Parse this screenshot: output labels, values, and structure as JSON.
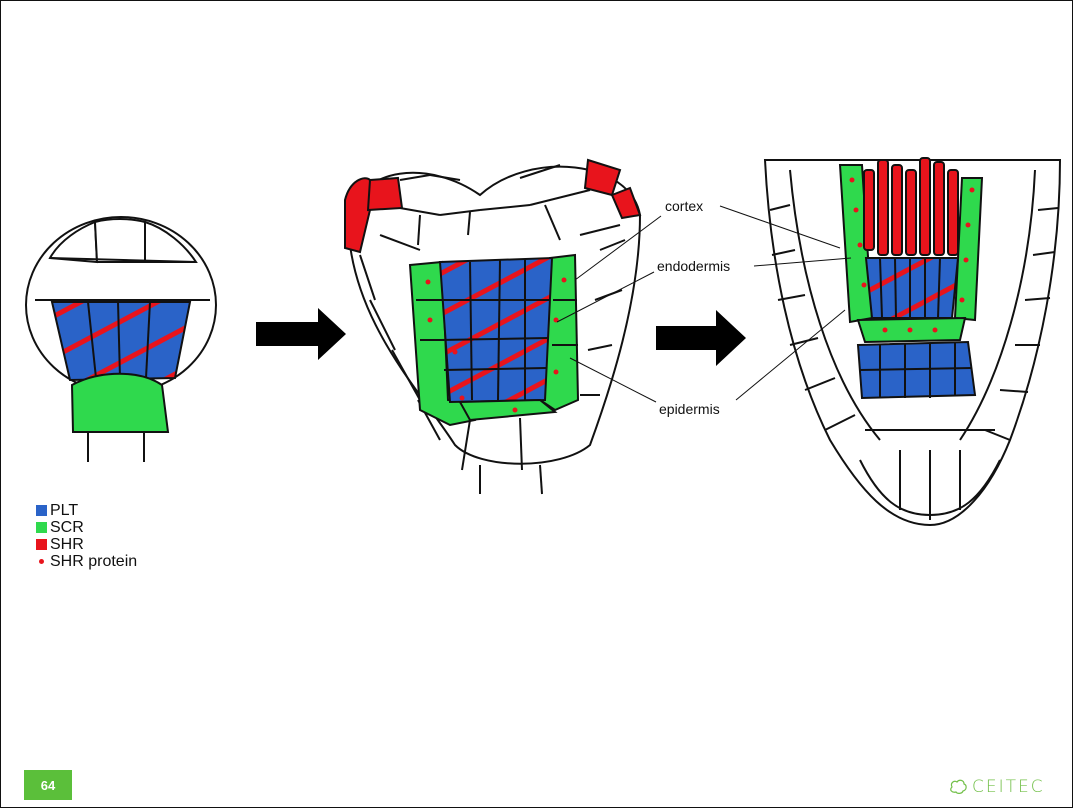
{
  "diagram": {
    "labels": {
      "cortex": "cortex",
      "endodermis": "endodermis",
      "epidermis": "epidermis"
    }
  },
  "legend": {
    "items": [
      {
        "label": "PLT",
        "color": "#2a63c8",
        "shape": "square"
      },
      {
        "label": "SCR",
        "color": "#2fd94d",
        "shape": "square"
      },
      {
        "label": "SHR",
        "color": "#e8141c",
        "shape": "square"
      },
      {
        "label": "SHR protein",
        "color": "#e8141c",
        "shape": "dot"
      }
    ]
  },
  "footer": {
    "page_number": "64",
    "logo_text": "CEITEC"
  },
  "colors": {
    "plt": "#2a63c8",
    "scr": "#2fd94d",
    "shr": "#e8141c",
    "accent": "#5bbf3a"
  }
}
